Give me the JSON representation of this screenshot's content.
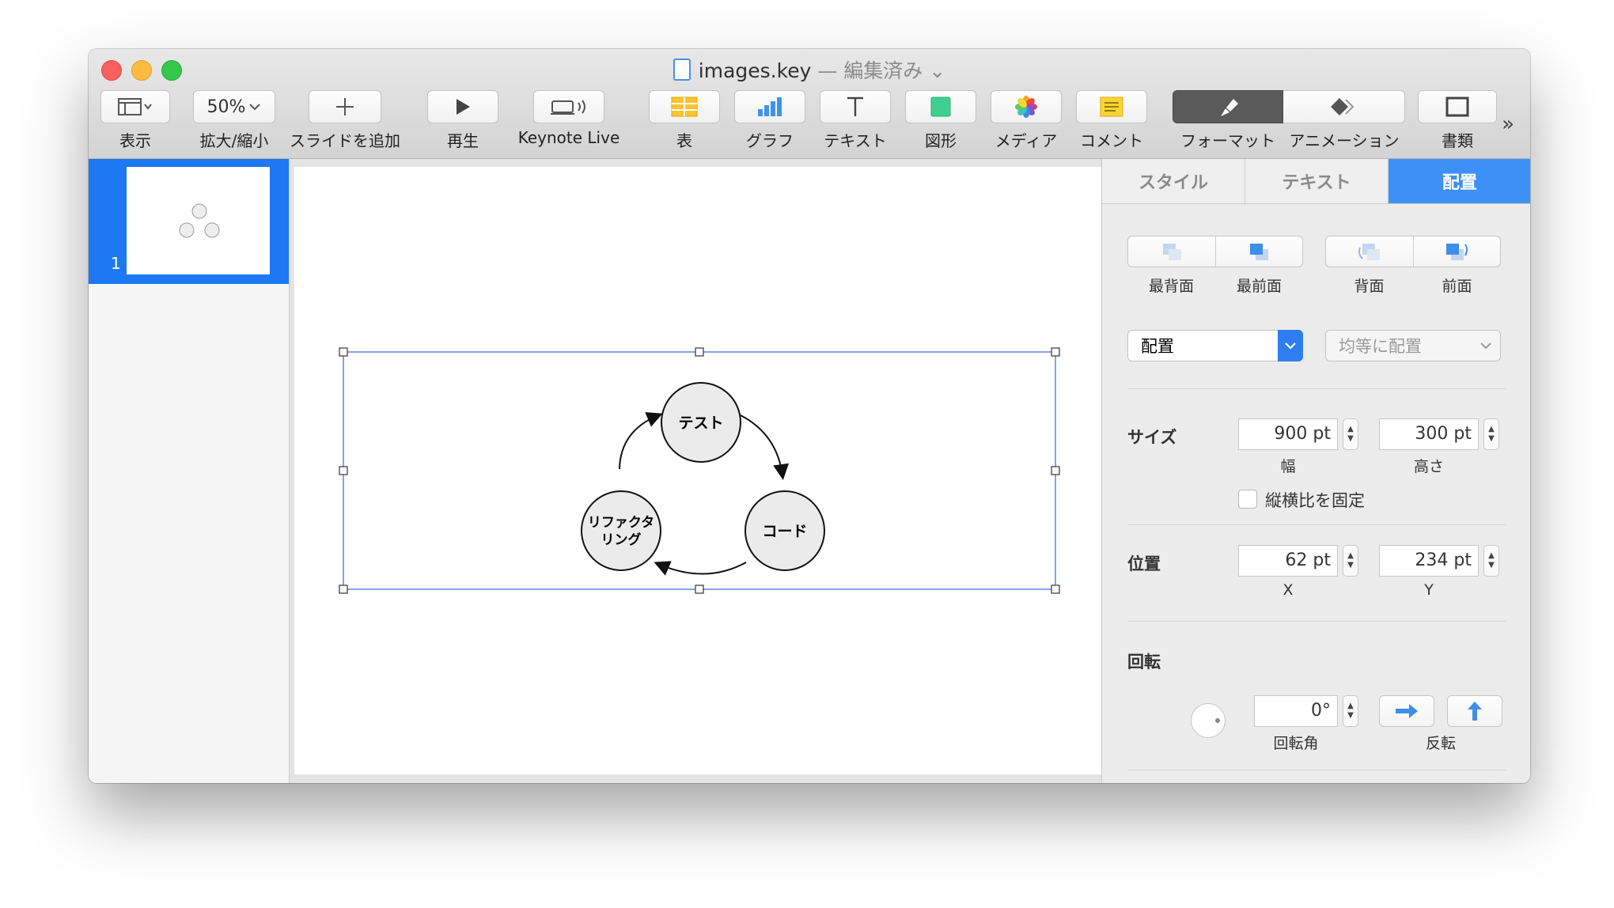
{
  "window": {
    "doc_name": "images.key",
    "doc_status": " — 編集済み ⌄"
  },
  "toolbar": {
    "view_label": "表示",
    "zoom_value": "50%",
    "zoom_label": "拡大/縮小",
    "add_slide_label": "スライドを追加",
    "play_label": "再生",
    "keynote_live_label": "Keynote Live",
    "table_label": "表",
    "chart_label": "グラフ",
    "text_label": "テキスト",
    "shape_label": "図形",
    "media_label": "メディア",
    "comment_label": "コメント",
    "format_label": "フォーマット",
    "animate_label": "アニメーション",
    "document_label": "書類",
    "overflow": "»"
  },
  "navigator": {
    "slides": [
      {
        "number": "1"
      }
    ]
  },
  "diagram": {
    "node_test": "テスト",
    "node_code": "コード",
    "node_refactor_line1": "リファクタ",
    "node_refactor_line2": "リング"
  },
  "inspector": {
    "tabs": [
      "スタイル",
      "テキスト",
      "配置"
    ],
    "active_tab": "配置",
    "order": {
      "send_to_back": "最背面",
      "bring_to_front": "最前面",
      "backward": "背面",
      "forward": "前面"
    },
    "align_popup": "配置",
    "distribute_popup": "均等に配置",
    "size_section": "サイズ",
    "width_value": "900 pt",
    "width_label": "幅",
    "height_value": "300 pt",
    "height_label": "高さ",
    "constrain_label": "縦横比を固定",
    "position_section": "位置",
    "x_value": "62 pt",
    "x_label": "X",
    "y_value": "234 pt",
    "y_label": "Y",
    "rotate_section": "回転",
    "angle_value": "0°",
    "angle_label": "回転角",
    "flip_label": "反転"
  },
  "colors": {
    "accent": "#3d90f5",
    "selection": "#1c79f3"
  }
}
